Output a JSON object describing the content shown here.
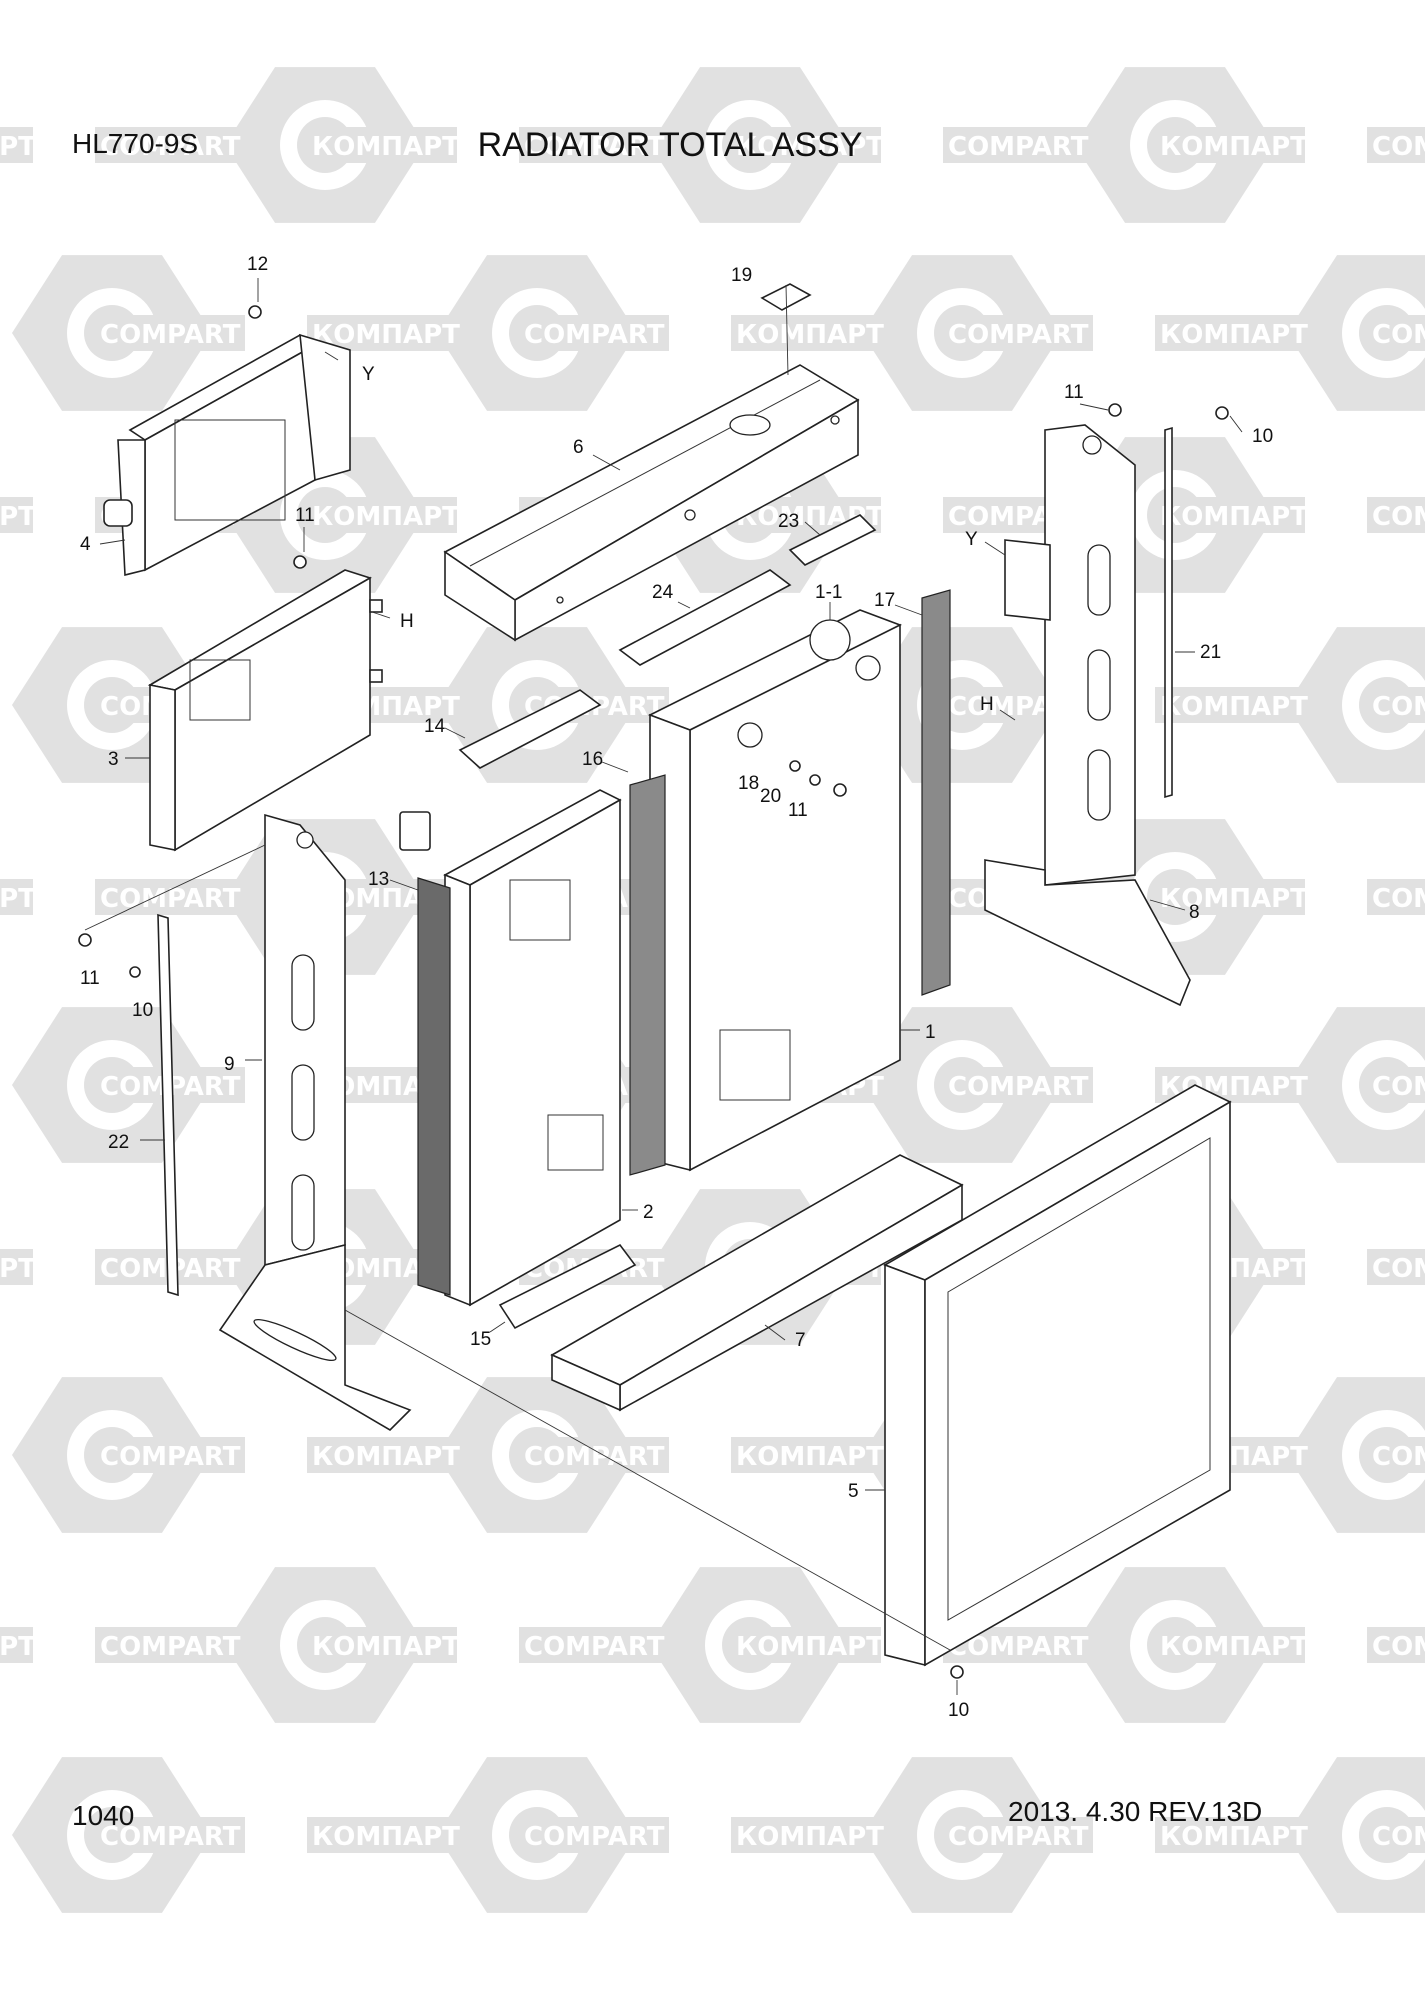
{
  "header": {
    "model": "HL770-9S",
    "title": "RADIATOR TOTAL ASSY"
  },
  "footer": {
    "page_number": "1040",
    "revision": "2013. 4.30  REV.13D"
  },
  "watermarks": {
    "latin": "COMPART",
    "cyrillic": "КОМПАРТ"
  },
  "callouts": [
    "12",
    "19",
    "Y",
    "6",
    "11",
    "10",
    "4",
    "11",
    "H",
    "23",
    "1-1",
    "17",
    "24",
    "Y",
    "21",
    "H",
    "3",
    "14",
    "16",
    "18",
    "20",
    "11",
    "13",
    "8",
    "11",
    "10",
    "9",
    "1",
    "22",
    "2",
    "7",
    "15",
    "5",
    "10"
  ],
  "colors": {
    "watermark_gray": "#e1e1e1",
    "line": "#222222",
    "filter_strip": "#8a8a8a"
  }
}
